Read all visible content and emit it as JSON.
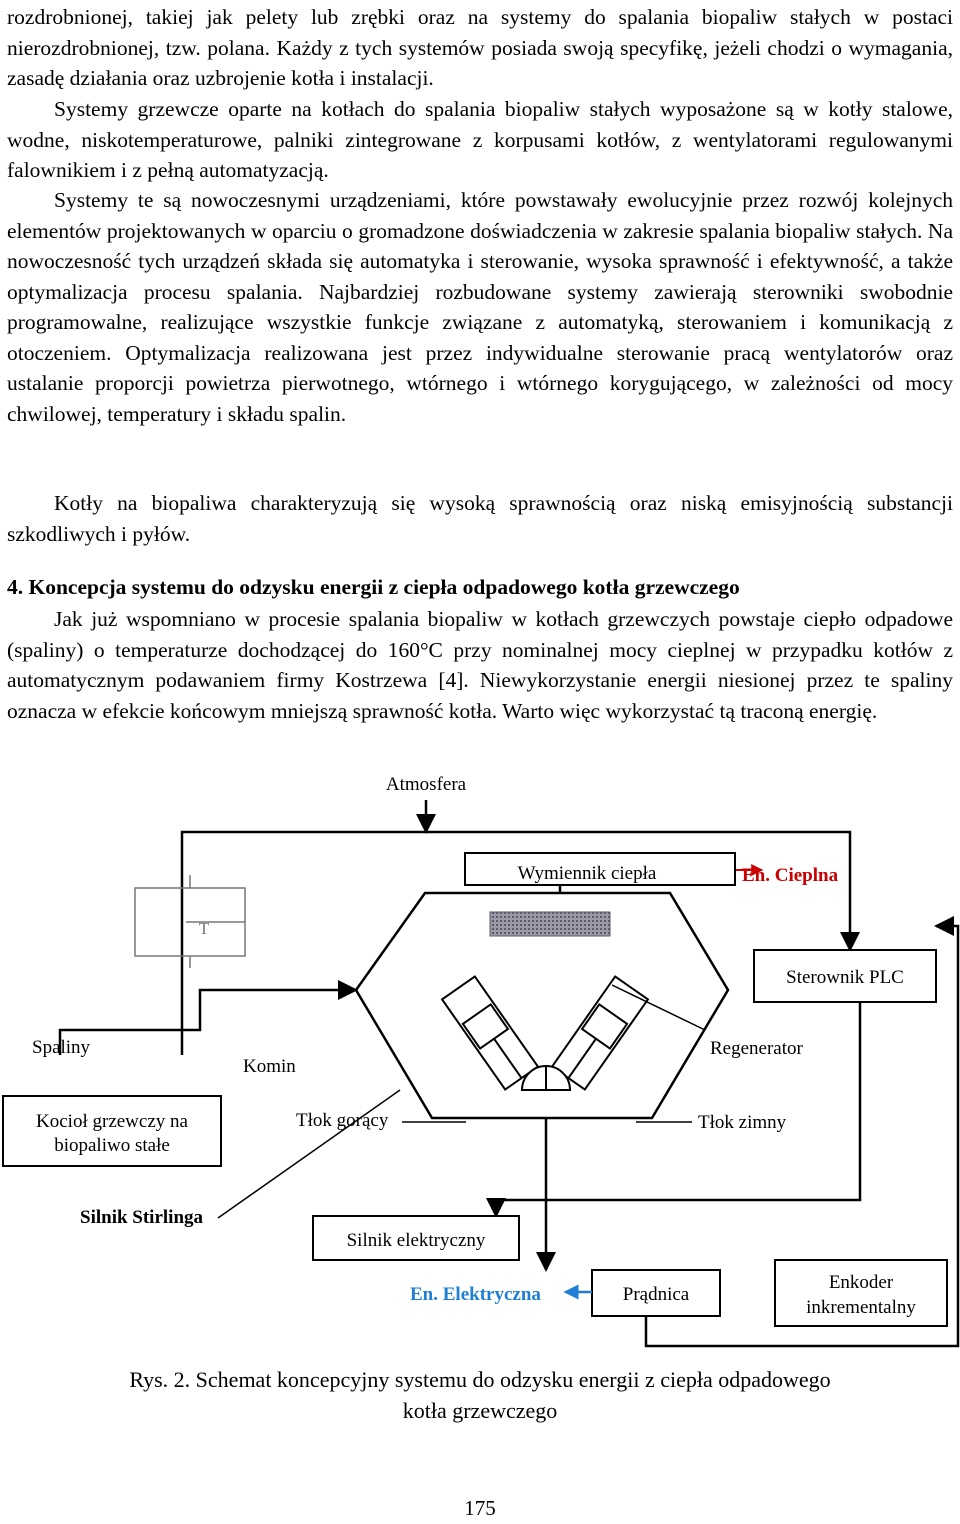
{
  "paragraphs": {
    "p1": "rozdrobnionej, takiej jak pelety lub zrębki oraz na systemy do spalania biopaliw stałych w postaci nierozdrobnionej, tzw. polana. Każdy z tych systemów posiada swoją specyfikę, jeżeli chodzi o wymagania, zasadę działania oraz uzbrojenie kotła i instalacji.",
    "p2": "Systemy grzewcze oparte na kotłach do spalania biopaliw stałych wyposażone są w kotły stalowe, wodne, niskotemperaturowe, palniki zintegrowane z korpusami kotłów, z wentylatorami regulowanymi falownikiem i z pełną automatyzacją.",
    "p3": "Systemy te są nowoczesnymi urządzeniami, które powstawały ewolucyjnie przez rozwój kolejnych elementów projektowanych w oparciu o gromadzone doświadczenia w zakresie spalania biopaliw stałych. Na nowoczesność tych urządzeń składa się automatyka i sterowanie, wysoka sprawność i efektywność, a także optymalizacja procesu spalania. Najbardziej rozbudowane systemy zawierają sterowniki swobodnie programowalne, realizujące wszystkie funkcje związane z automatyką, sterowaniem i komunikacją z otoczeniem. Optymalizacja realizowana jest przez indywidualne sterowanie pracą wentylatorów oraz ustalanie proporcji powietrza pierwotnego, wtórnego i wtórnego korygującego, w zależności od mocy chwilowej, temperatury i składu spalin.",
    "p4": "Kotły na biopaliwa charakteryzują się wysoką sprawnością oraz niską emisyjnością substancji szkodliwych i pyłów.",
    "heading": "4. Koncepcja systemu do odzysku energii z ciepła odpadowego kotła grzewczego",
    "p5": "Jak już wspomniano w procesie spalania biopaliw w kotłach grzewczych powstaje ciepło odpadowe (spaliny) o temperaturze dochodzącej do 160°C przy nominalnej mocy cieplnej w przypadku kotłów z automatycznym podawaniem firmy Kostrzewa [4]. Niewykorzystanie energii niesionej przez te spaliny oznacza w efekcie końcowym mniejszą sprawność kotła. Warto więc wykorzystać tą traconą energię."
  },
  "diagram": {
    "atmosfera": "Atmosfera",
    "wymiennik": "Wymiennik ciepła",
    "en_cieplna": "En. Cieplna",
    "sterownik": "Sterownik PLC",
    "spaliny": "Spaliny",
    "komin": "Komin",
    "regenerator": "Regenerator",
    "kociol_line1": "Kocioł grzewczy na",
    "kociol_line2": "biopaliwo stałe",
    "tlok_goracy": "Tłok gorący",
    "tlok_zimny": "Tłok zimny",
    "silnik_stirlinga": "Silnik Stirlinga",
    "silnik_elektryczny": "Silnik elektryczny",
    "en_elektryczna": "En. Elektryczna",
    "pradnica": "Prądnica",
    "enkoder_line1": "Enkoder",
    "enkoder_line2": "inkrementalny",
    "t_label": "T",
    "colors": {
      "red": "#cc0000",
      "blue": "#1f7fd4",
      "line": "#000000",
      "regenerator_fill": "#7a7a8a"
    }
  },
  "caption_line1": "Rys. 2. Schemat koncepcyjny systemu do odzysku energii z ciepła odpadowego",
  "caption_line2": "kotła grzewczego",
  "page_number": "175"
}
